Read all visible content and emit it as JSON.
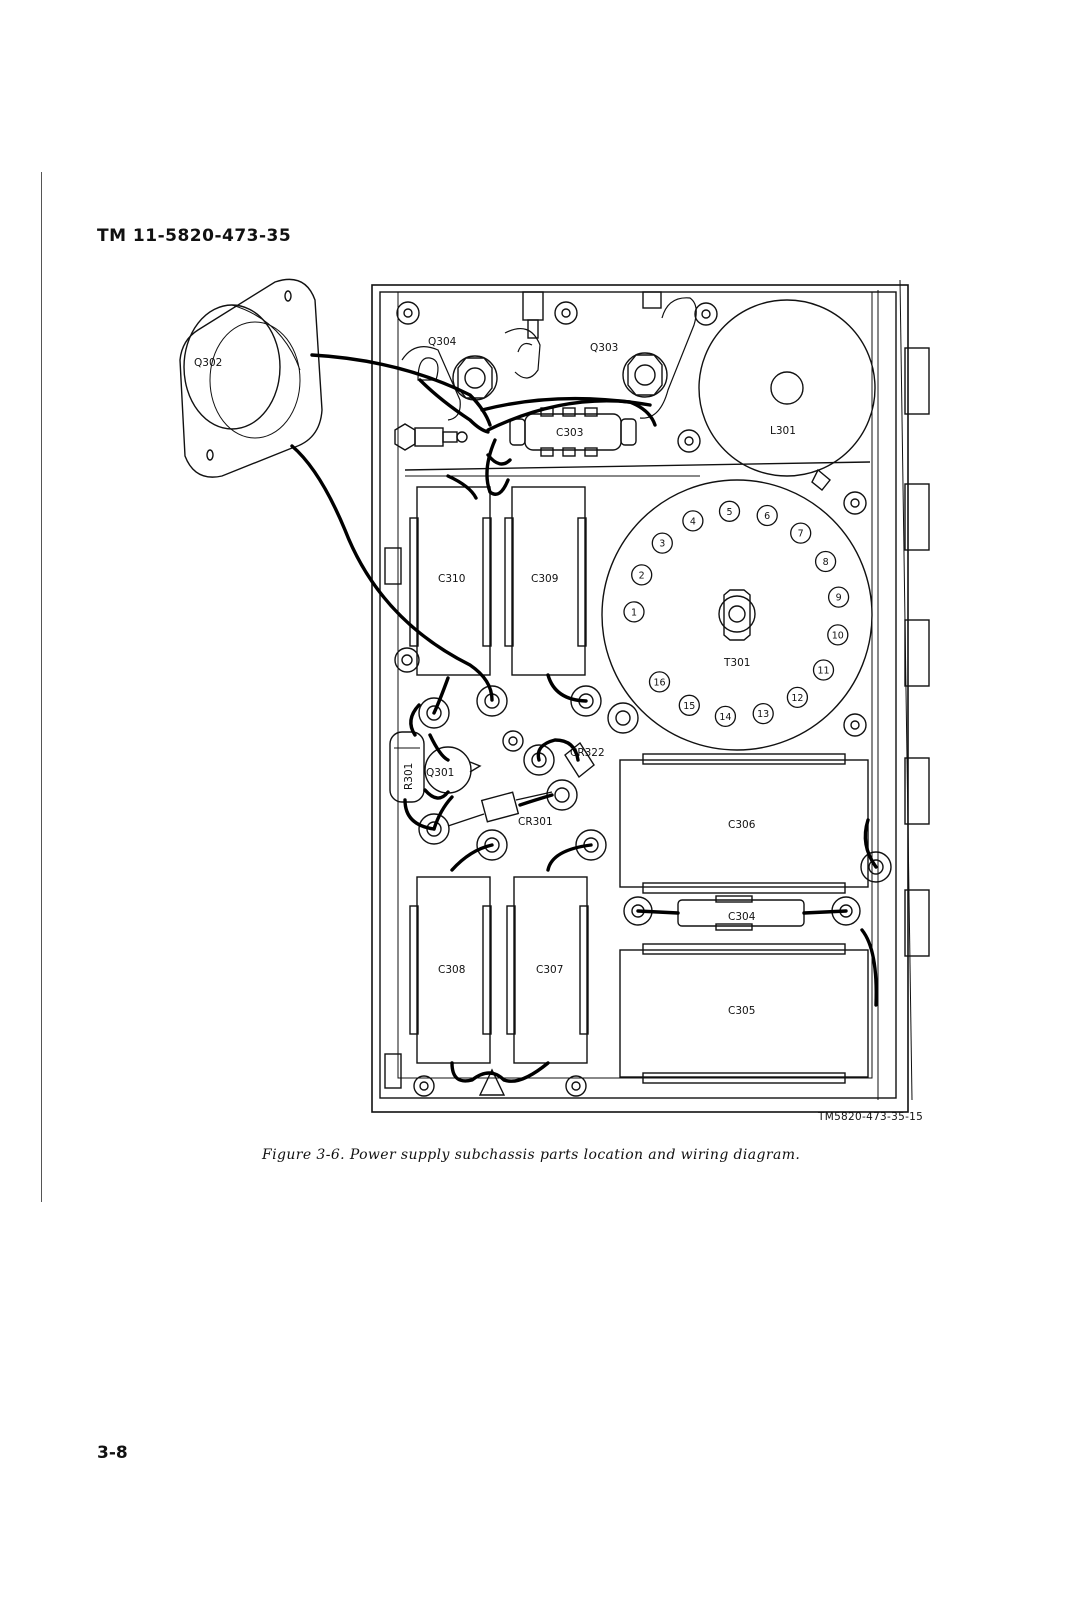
{
  "header": {
    "doc_number": "TM 11-5820-473-35"
  },
  "figure": {
    "code": "TM5820-473-35-15",
    "caption": "Figure 3-6. Power supply subchassis parts location and wiring diagram."
  },
  "page_number": "3-8",
  "components": {
    "q302": "Q302",
    "q304": "Q304",
    "q303": "Q303",
    "c303": "C303",
    "l301": "L301",
    "c310": "C310",
    "c309": "C309",
    "t301": "T301",
    "q301": "Q301",
    "r301": "R301",
    "cr322": "CR322",
    "cr301": "CR301",
    "c306": "C306",
    "c304": "C304",
    "c308": "C308",
    "c307": "C307",
    "c305": "C305"
  },
  "t301_terminals": [
    "1",
    "2",
    "3",
    "4",
    "5",
    "6",
    "7",
    "8",
    "9",
    "10",
    "11",
    "12",
    "13",
    "14",
    "15",
    "16"
  ]
}
